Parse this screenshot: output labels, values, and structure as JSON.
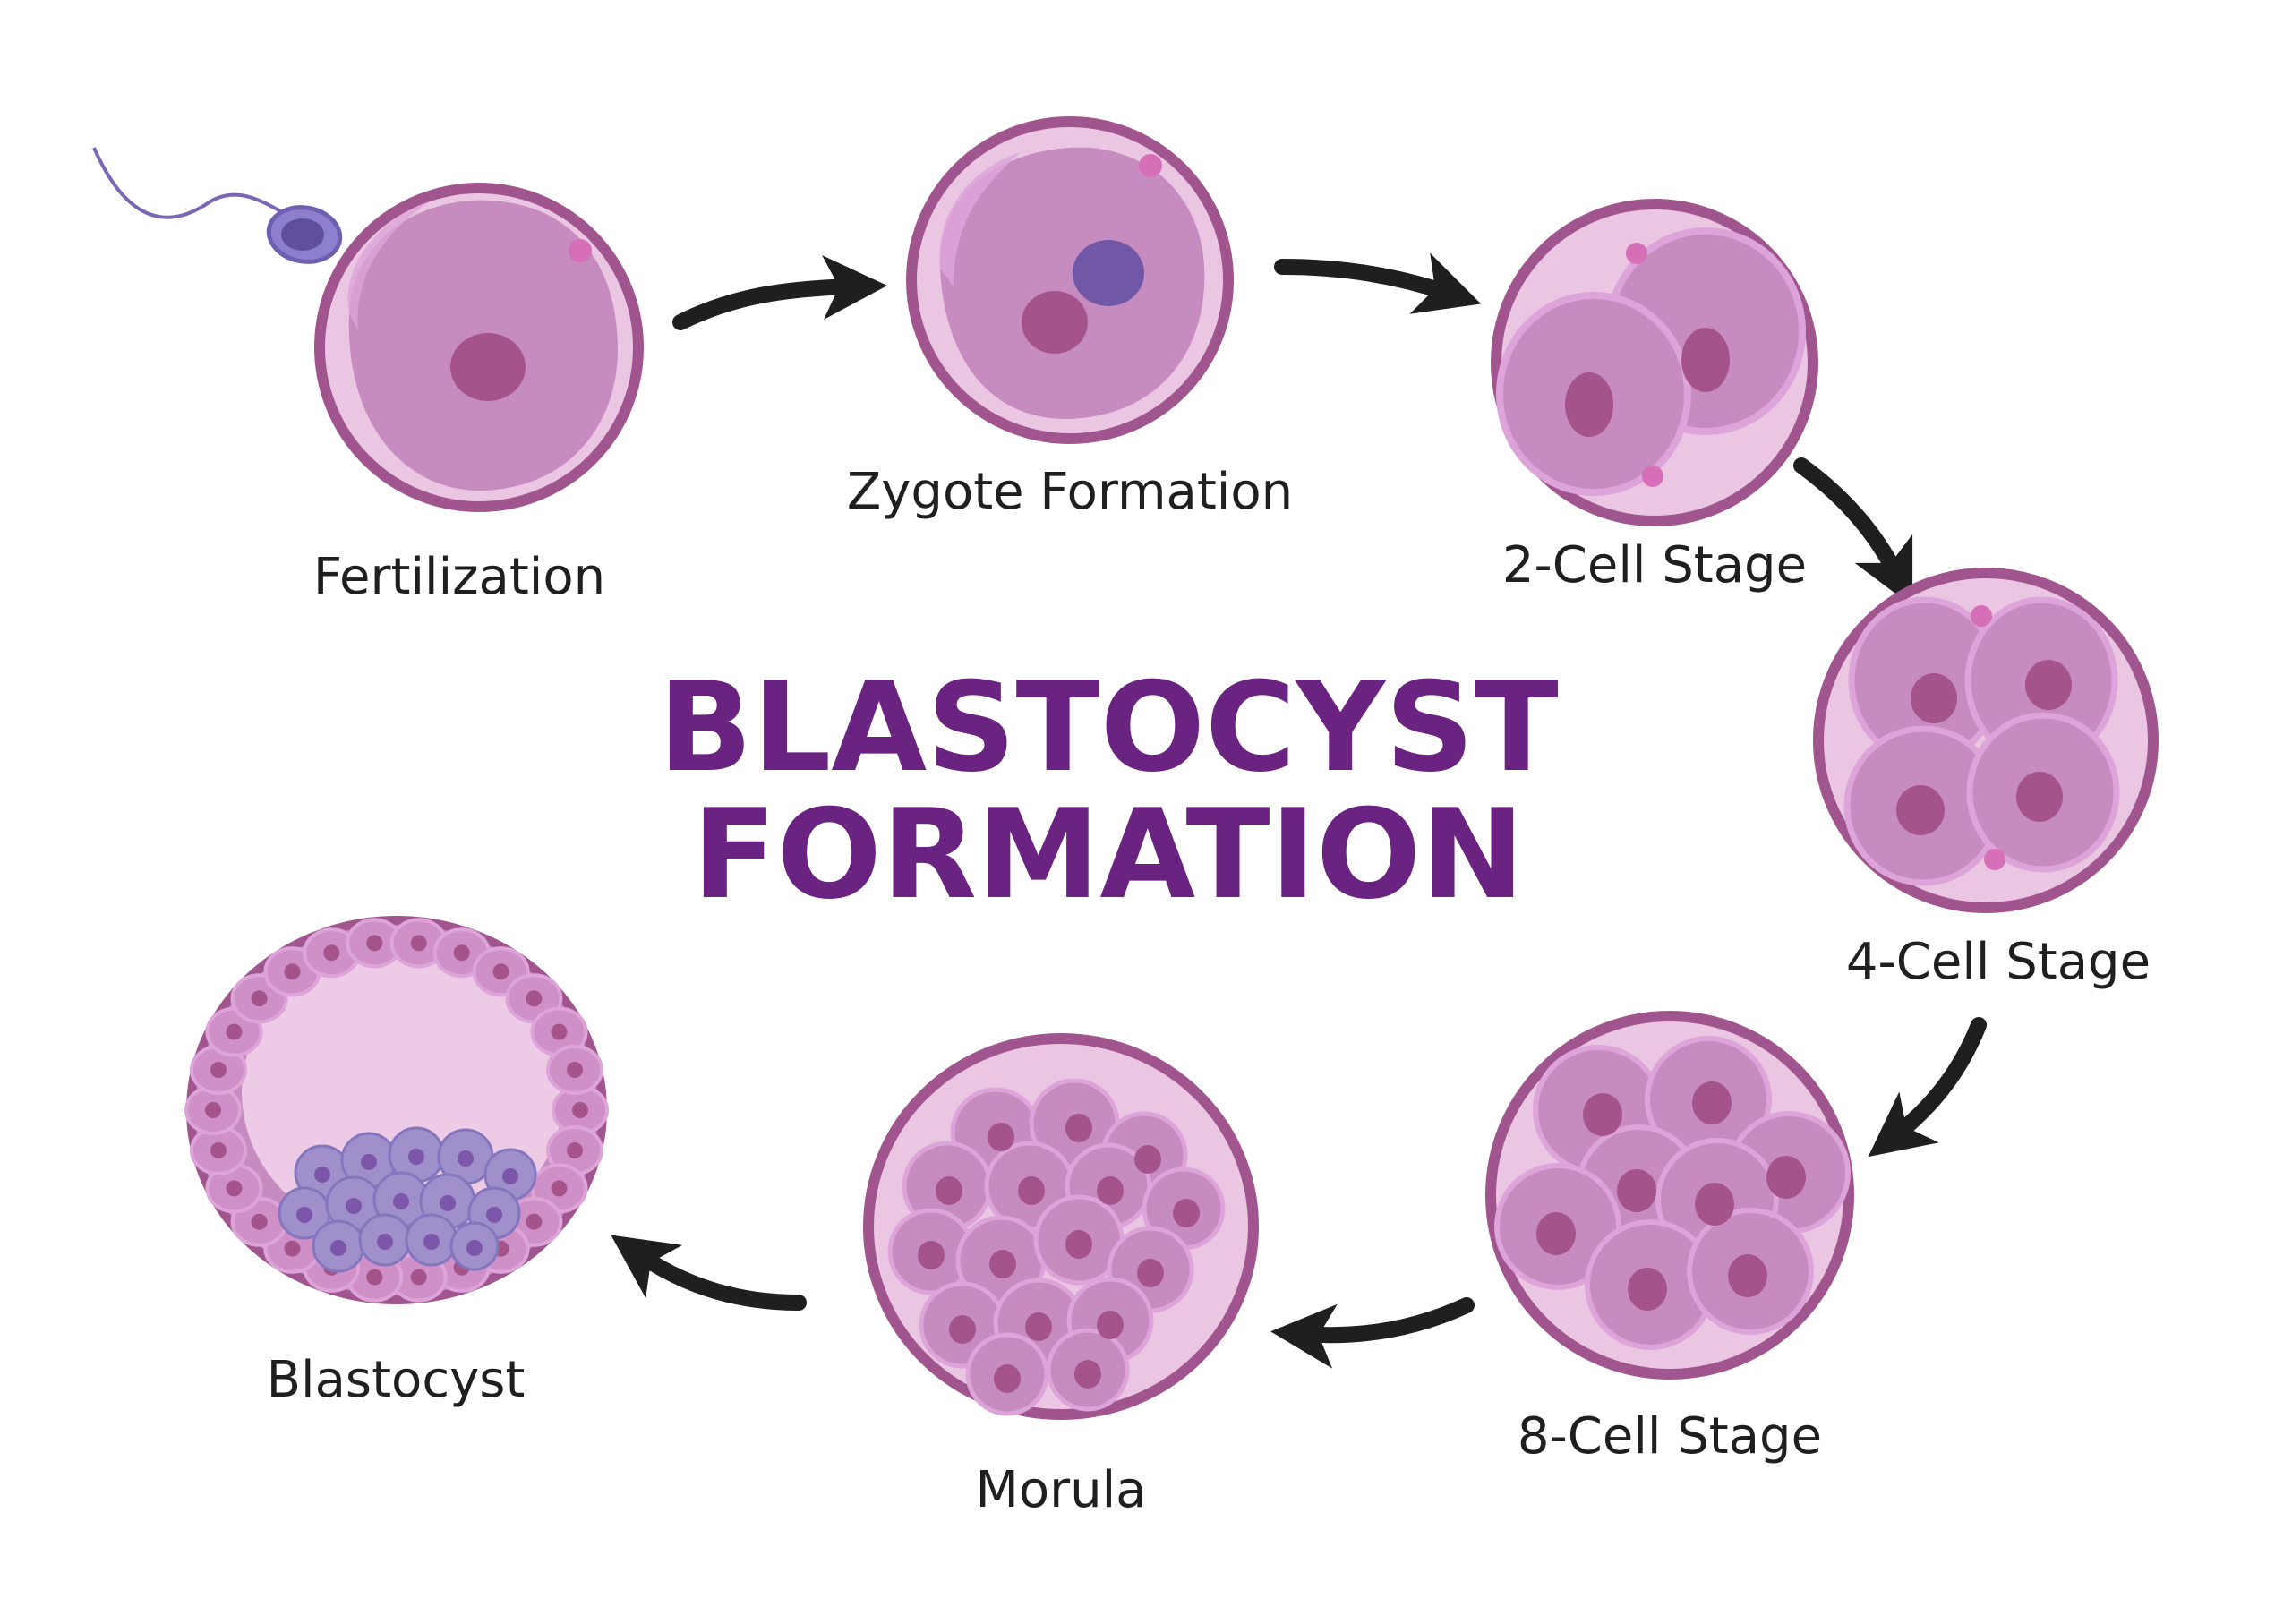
{
  "title": {
    "line1": "BLASTOCYST",
    "line2": "FORMATION"
  },
  "stages": [
    {
      "label": "Fertilization"
    },
    {
      "label": "Zygote Formation"
    },
    {
      "label": "2-Cell Stage"
    },
    {
      "label": "4-Cell Stage"
    },
    {
      "label": "8-Cell Stage"
    },
    {
      "label": "Morula"
    },
    {
      "label": "Blastocyst"
    }
  ],
  "colors": {
    "title": "#6a2380",
    "outer_ring": "#a0558f",
    "zona": "#eac6e2",
    "cell": "#c68bbf",
    "cell_highlight": "#dca4d8",
    "nucleus": "#a5538b",
    "pronucleus": "#7058a6",
    "inner_cell": "#9f90cc",
    "inner_nucleus": "#7c56a8",
    "cavity": "#edcbe6",
    "arrow": "#1f1f1f",
    "label_text": "#1f1f1f"
  },
  "icons": {
    "arrow": "curved-arrow-icon",
    "sperm": "sperm-icon"
  }
}
